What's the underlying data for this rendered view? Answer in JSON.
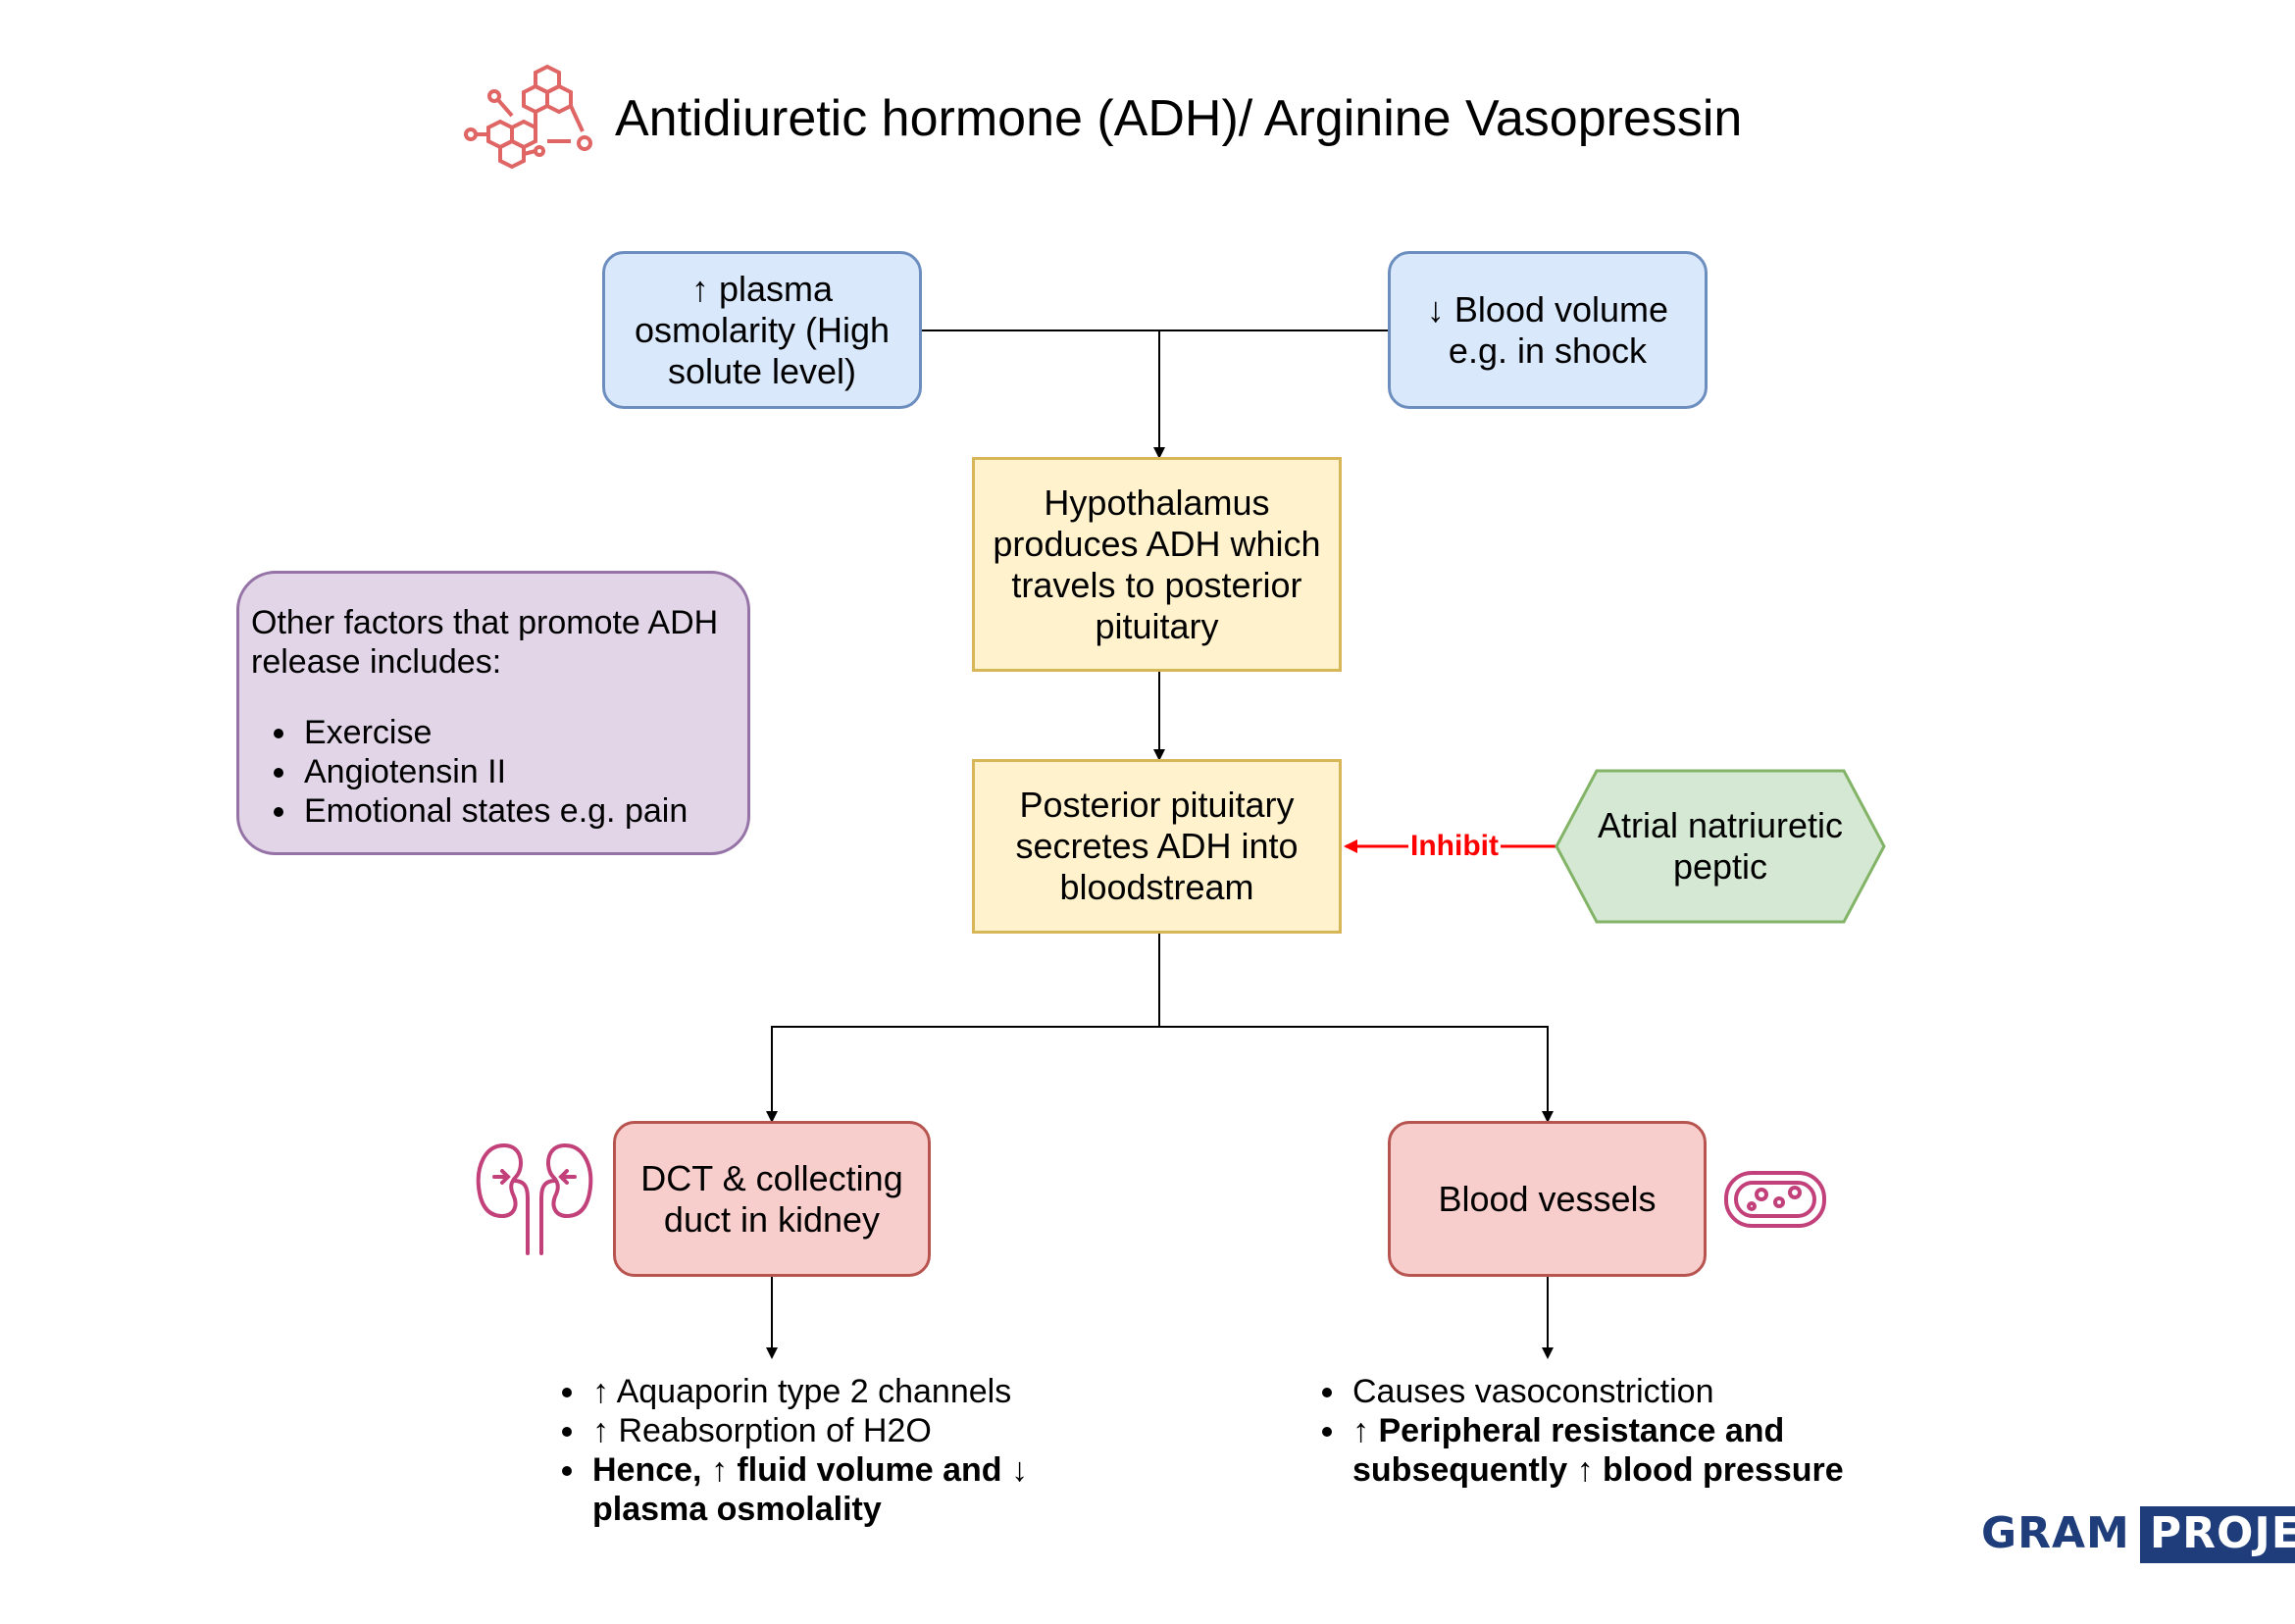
{
  "title": "Antidiuretic hormone (ADH)/ Arginine Vasopressin",
  "nodes": {
    "osmolarity": [
      "↑ plasma",
      "osmolarity (High",
      "solute level)"
    ],
    "blood_volume": [
      "↓ Blood volume",
      "e.g. in shock"
    ],
    "hypothalamus": [
      "Hypothalamus",
      "produces ADH which",
      "travels to posterior",
      "pituitary"
    ],
    "posterior": [
      "Posterior pituitary",
      "secretes ADH into",
      "bloodstream"
    ],
    "anp": [
      "Atrial natriuretic",
      "peptic"
    ],
    "kidney": [
      "DCT & collecting",
      "duct in kidney"
    ],
    "vessels": [
      "Blood vessels"
    ]
  },
  "inhibit_label": "Inhibit",
  "other_factors": {
    "heading": [
      "Other factors that promote ADH",
      "release includes:"
    ],
    "items": [
      "Exercise",
      "Angiotensin II",
      "Emotional states e.g. pain"
    ]
  },
  "kidney_effects": {
    "items": [
      "↑ Aquaporin type 2 channels",
      "↑ Reabsorption of H2O"
    ],
    "bold_item": [
      "Hence, ↑ fluid volume and ↓",
      "plasma osmolality"
    ]
  },
  "vessel_effects": {
    "items": [
      "Causes vasoconstriction"
    ],
    "bold_item": [
      "↑ Peripheral resistance and",
      "subsequently ↑ blood pressure"
    ]
  },
  "logo": {
    "part1": "GRAM",
    "part2": "PROJECT"
  },
  "colors": {
    "blue_fill": "#dae8fc",
    "blue_stroke": "#6c8ebf",
    "yellow_fill": "#fff2cc",
    "yellow_stroke": "#d6b656",
    "purple_fill": "#e1d5e7",
    "purple_stroke": "#9673a6",
    "red_fill": "#f8cecc",
    "red_stroke": "#b85450",
    "green_fill": "#d5e8d4",
    "green_stroke": "#82b366",
    "inhibit": "#ff0000",
    "icon": "#e06666",
    "logo_navy": "#1f3d7a"
  }
}
